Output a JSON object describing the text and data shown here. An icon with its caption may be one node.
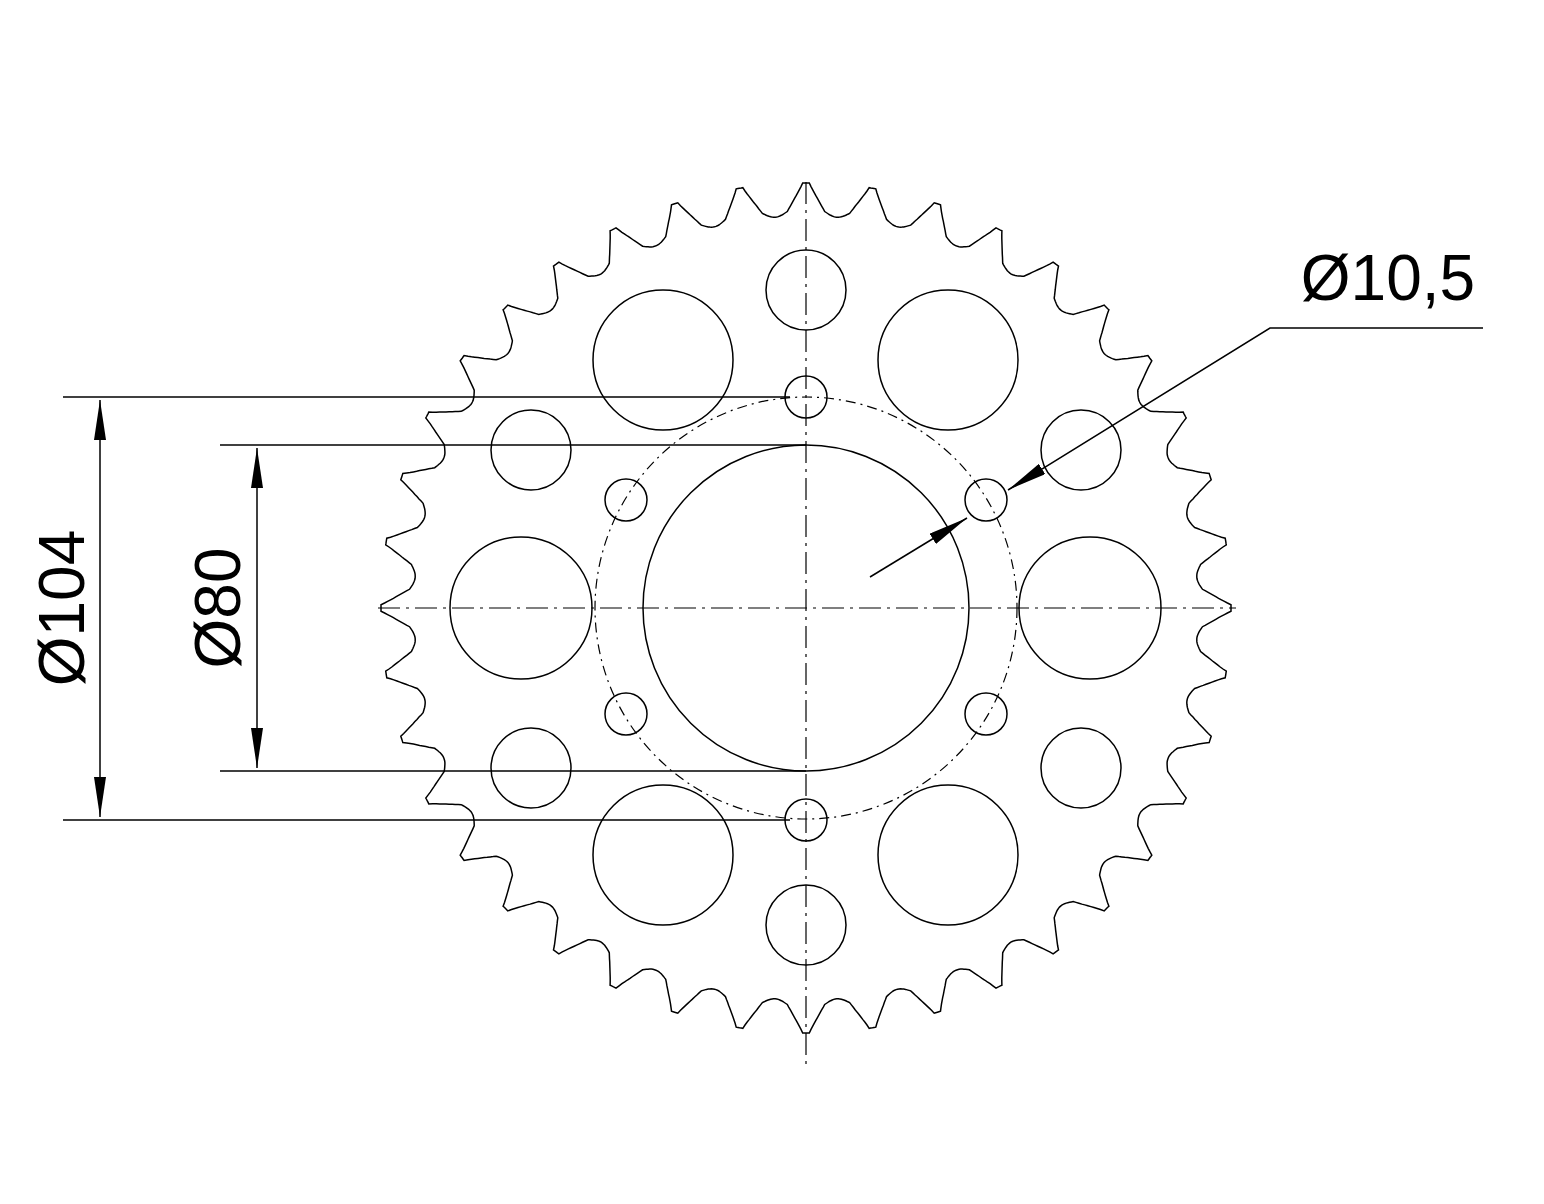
{
  "diagram": {
    "labels": [
      "Ø104",
      "Ø80",
      "Ø10,5"
    ]
  }
}
